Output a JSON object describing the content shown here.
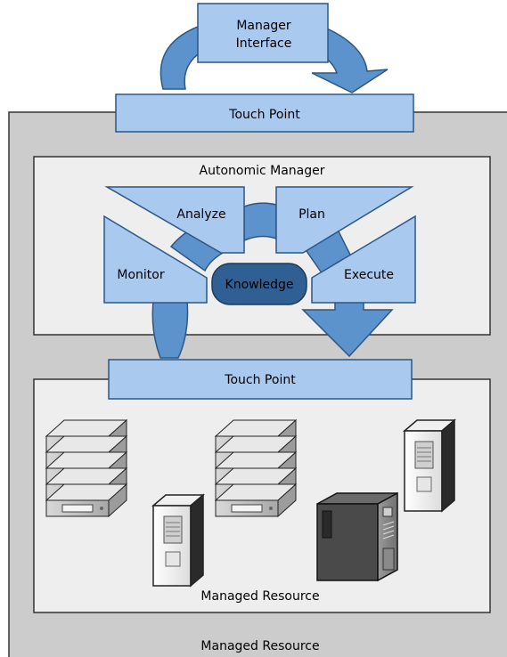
{
  "manager_interface": {
    "line1": "Manager",
    "line2": "Interface"
  },
  "touch_point_top": "Touch Point",
  "autonomic_manager": {
    "title": "Autonomic Manager",
    "analyze": "Analyze",
    "plan": "Plan",
    "monitor": "Monitor",
    "execute": "Execute",
    "knowledge": "Knowledge"
  },
  "touch_point_bottom": "Touch Point",
  "inner_resource_label": "Managed Resource",
  "outer_resource_label": "Managed Resource",
  "colors": {
    "box_fill": "#a9c9ef",
    "box_stroke": "#2c5784",
    "arrow_fill": "#5d93cc",
    "knowledge_fill": "#2f5f93",
    "outer_panel": "#cccccc",
    "inner_panel": "#eeeeee"
  },
  "icons": [
    "rack-server-icon",
    "tower-server-icon",
    "workstation-tower-icon"
  ]
}
